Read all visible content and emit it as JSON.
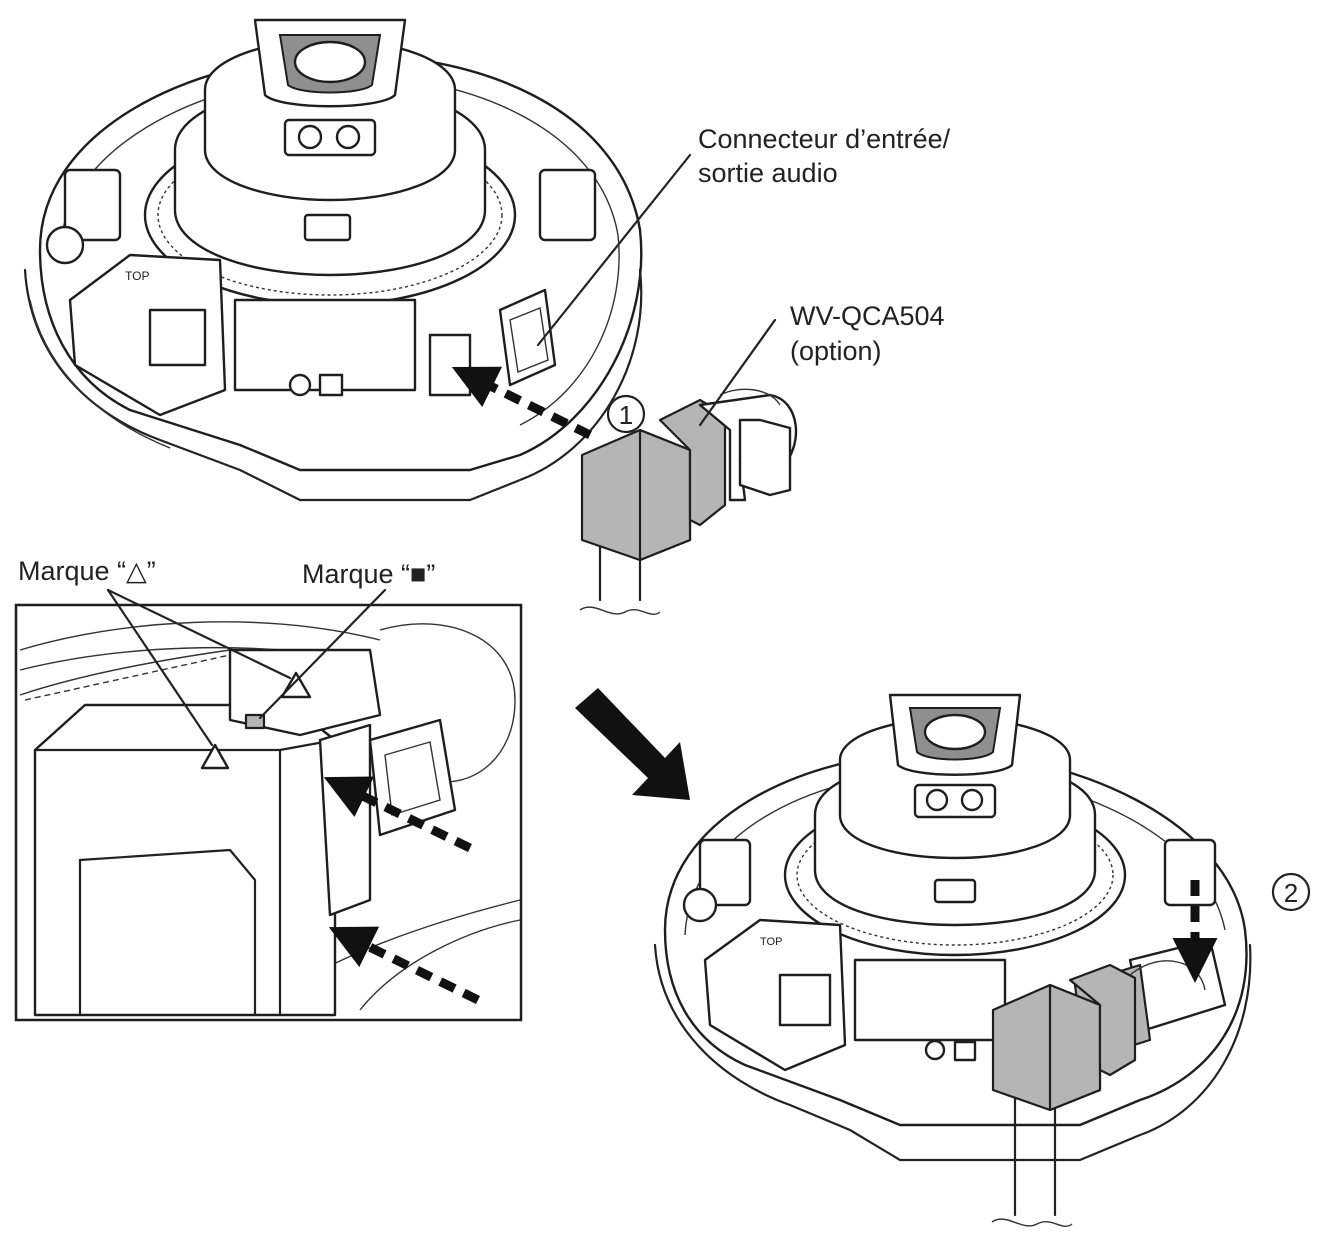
{
  "labels": {
    "audio_connector_line1": "Connecteur d’entrée/",
    "audio_connector_line2": "sortie audio",
    "cable_model": "WV-QCA504",
    "cable_option": "(option)",
    "mark_triangle": "Marque “△”",
    "mark_square": "Marque “■”"
  },
  "steps": {
    "step1": "①",
    "step2": "②"
  },
  "colors": {
    "line": "#1e1e1e",
    "connector_fill": "#b5b5b5",
    "background": "#ffffff"
  }
}
